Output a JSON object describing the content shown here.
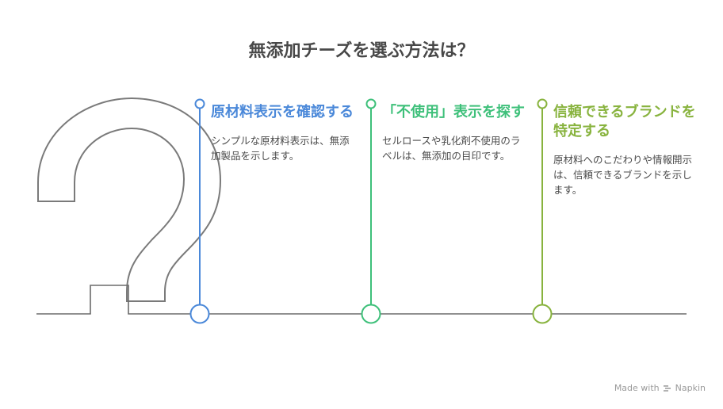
{
  "title": "無添加チーズを選ぶ方法は？",
  "steps": [
    {
      "heading": "原材料表示を確認する",
      "body": "シンプルな原材料表示は、無添加製品を示します。",
      "color": "#4a88d9"
    },
    {
      "heading": "「不使用」表示を探す",
      "body": "セルロースや乳化剤不使用のラベルは、無添加の目印です。",
      "color": "#3ec07a"
    },
    {
      "heading": "信頼できるブランドを特定する",
      "body": "原材料へのこだわりや情報開示は、信頼できるブランドを示します。",
      "color": "#88b33e"
    }
  ],
  "credit": {
    "made_with": "Made with",
    "brand": "Napkin"
  },
  "colors": {
    "line": "#6b6b6b",
    "question_mark": "#7a7a7a"
  }
}
